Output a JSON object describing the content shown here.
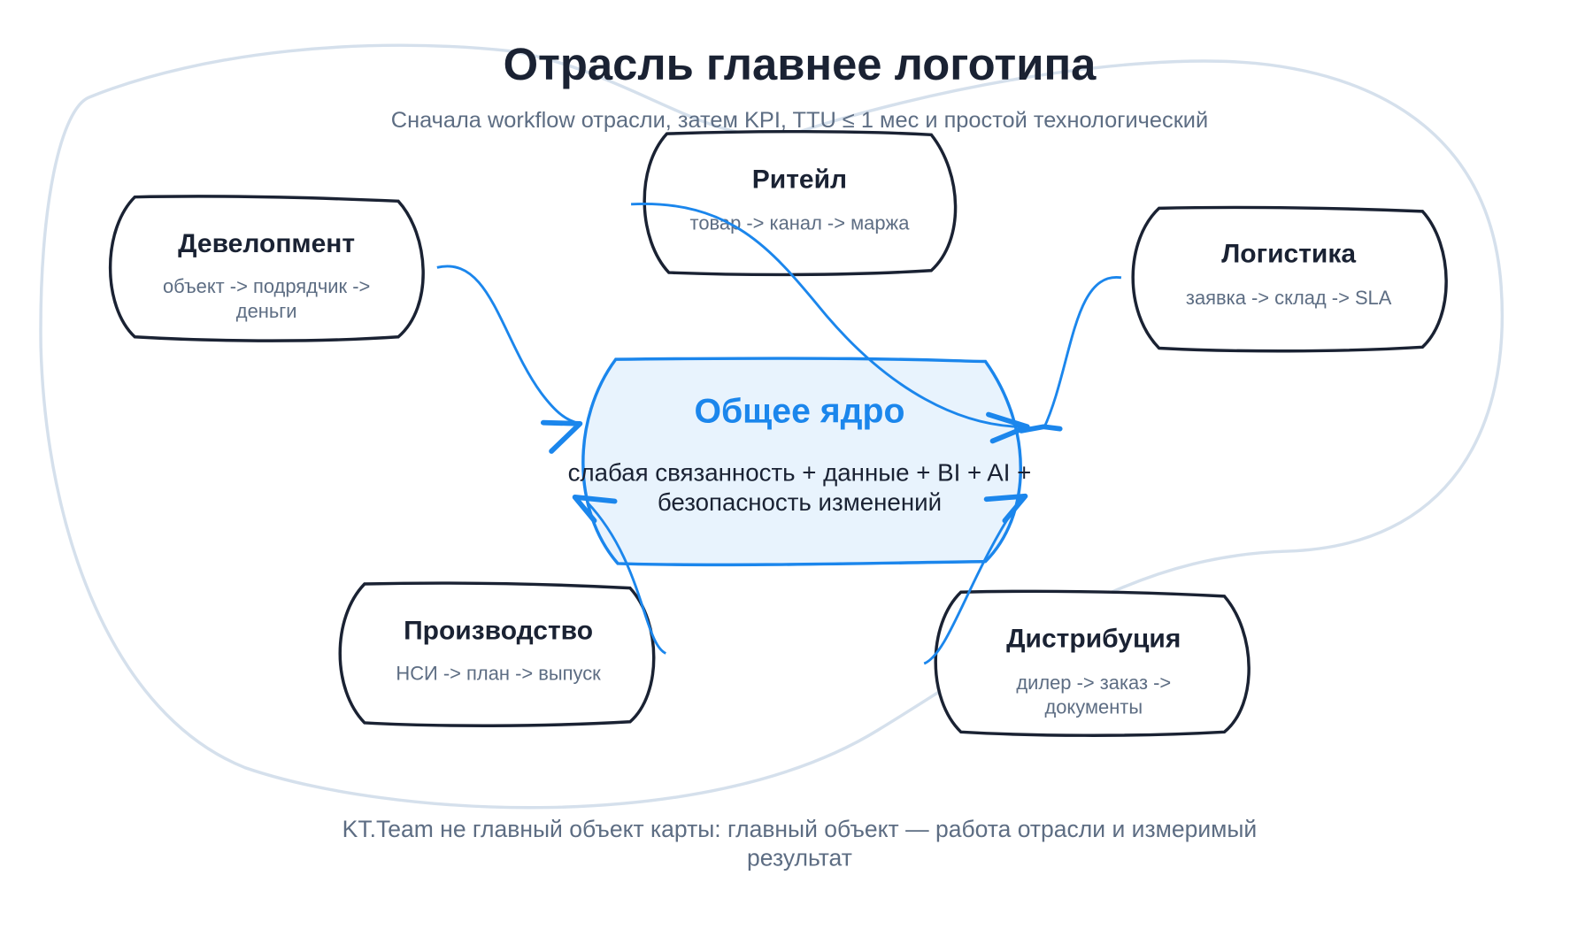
{
  "title": "Отрасль главнее логотипа",
  "subtitle": "Сначала workflow отрасли, затем KPI, TTU ≤ 1 мес и простой технологический",
  "footer": {
    "line1": "KT.Team не главный объект карты: главный объект — работа отрасли и измеримый",
    "line2": "результат"
  },
  "core": {
    "title": "Общее ядро",
    "line1": "слабая связанность + данные + BI + AI +",
    "line2": "безопасность изменений"
  },
  "nodes": {
    "development": {
      "title": "Девелопмент",
      "line1": "объект -> подрядчик ->",
      "line2": "деньги"
    },
    "retail": {
      "title": "Ритейл",
      "line1": "товар -> канал -> маржа"
    },
    "logistics": {
      "title": "Логистика",
      "line1": "заявка -> склад -> SLA"
    },
    "production": {
      "title": "Производство",
      "line1": "НСИ -> план -> выпуск"
    },
    "distribution": {
      "title": "Дистрибуция",
      "line1": "дилер -> заказ ->",
      "line2": "документы"
    }
  },
  "colors": {
    "accent": "#1b86ec",
    "ink": "#1a2233",
    "muted": "#5d6d83",
    "core_fill": "#e8f3fd",
    "blob": "#d5e0ec"
  }
}
